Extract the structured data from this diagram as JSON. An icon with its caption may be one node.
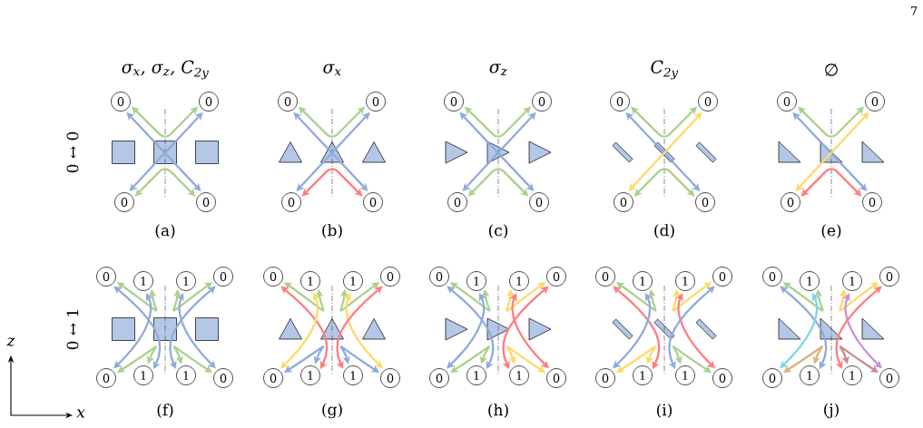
{
  "diagram": {
    "nodes": [
      {
        "text": [
          "0"
        ]
      },
      {
        "text": [
          "0"
        ]
      },
      {
        "text": [
          "0"
        ]
      },
      {
        "text": [
          "0"
        ]
      },
      {
        "text": [
          "0"
        ]
      },
      {
        "text": [
          "0"
        ]
      },
      {
        "text": [
          "0"
        ]
      },
      {
        "text": [
          "0"
        ]
      },
      {
        "text": [
          "0"
        ]
      },
      {
        "text": [
          "0"
        ]
      },
      {
        "text": [
          "0"
        ]
      },
      {
        "text": [
          "0"
        ]
      },
      {
        "text": [
          "0"
        ]
      },
      {
        "text": [
          "0"
        ]
      },
      {
        "text": [
          "0"
        ]
      },
      {
        "text": [
          "0"
        ]
      },
      {
        "text": [
          "0"
        ]
      },
      {
        "text": [
          "0"
        ]
      },
      {
        "text": [
          "0"
        ]
      },
      {
        "text": [
          "0"
        ]
      },
      {
        "text": [
          "0"
        ]
      },
      {
        "text": [
          "1"
        ]
      },
      {
        "text": [
          "1"
        ]
      },
      {
        "text": [
          "0"
        ]
      },
      {
        "text": [
          "0"
        ]
      },
      {
        "text": [
          "1"
        ]
      },
      {
        "text": [
          "1"
        ]
      },
      {
        "text": [
          "0"
        ]
      },
      {
        "text": [
          "0"
        ]
      },
      {
        "text": [
          "1"
        ]
      },
      {
        "text": [
          "1"
        ]
      },
      {
        "text": [
          "0"
        ]
      },
      {
        "text": [
          "0"
        ]
      },
      {
        "text": [
          "1"
        ]
      },
      {
        "text": [
          "1"
        ]
      },
      {
        "text": [
          "0"
        ]
      },
      {
        "text": [
          "0"
        ]
      },
      {
        "text": [
          "1"
        ]
      },
      {
        "text": [
          "1"
        ]
      },
      {
        "text": [
          "0"
        ]
      },
      {
        "text": [
          "0"
        ]
      },
      {
        "text": [
          "1"
        ]
      },
      {
        "text": [
          "1"
        ]
      },
      {
        "text": [
          "0"
        ]
      },
      {
        "text": [
          "0"
        ]
      },
      {
        "text": [
          "1"
        ]
      },
      {
        "text": [
          "1"
        ]
      },
      {
        "text": [
          "0"
        ]
      },
      {
        "text": [
          "0"
        ]
      },
      {
        "text": [
          "1"
        ]
      },
      {
        "text": [
          "1"
        ]
      },
      {
        "text": [
          "0"
        ]
      },
      {
        "text": [
          "0"
        ]
      },
      {
        "text": [
          "1"
        ]
      },
      {
        "text": [
          "1"
        ]
      },
      {
        "text": [
          "0"
        ]
      },
      {
        "text": [
          "0"
        ]
      },
      {
        "text": [
          "1"
        ]
      },
      {
        "text": [
          "1"
        ]
      },
      {
        "text": [
          "0"
        ]
      }
    ],
    "edges": [
      {
        "from": 0,
        "to": 1,
        "arrow": "both",
        "color": "#a9d18e"
      },
      {
        "from": 0,
        "to": 3,
        "arrow": "both",
        "color": "#8faadc"
      },
      {
        "from": 1,
        "to": 2,
        "arrow": "both",
        "color": "#8faadc"
      },
      {
        "from": 2,
        "to": 3,
        "arrow": "both",
        "color": "#a9d18e"
      },
      {
        "from": 4,
        "to": 5,
        "arrow": "both",
        "color": "#a9d18e"
      },
      {
        "from": 4,
        "to": 7,
        "arrow": "both",
        "color": "#8faadc"
      },
      {
        "from": 5,
        "to": 6,
        "arrow": "both",
        "color": "#8faadc"
      },
      {
        "from": 6,
        "to": 7,
        "arrow": "both",
        "color": "#ff7c80"
      },
      {
        "from": 8,
        "to": 9,
        "arrow": "both",
        "color": "#a9d18e"
      },
      {
        "from": 8,
        "to": 11,
        "arrow": "both",
        "color": "#8faadc"
      },
      {
        "from": 9,
        "to": 10,
        "arrow": "both",
        "color": "#8faadc"
      },
      {
        "from": 10,
        "to": 11,
        "arrow": "both",
        "color": "#a9d18e"
      },
      {
        "from": 12,
        "to": 13,
        "arrow": "both",
        "color": "#a9d18e"
      },
      {
        "from": 12,
        "to": 15,
        "arrow": "both",
        "color": "#8faadc"
      },
      {
        "from": 13,
        "to": 14,
        "arrow": "both",
        "color": "#ffd966"
      },
      {
        "from": 14,
        "to": 15,
        "arrow": "both",
        "color": "#a9d18e"
      },
      {
        "from": 16,
        "to": 17,
        "arrow": "both",
        "color": "#a9d18e"
      },
      {
        "from": 16,
        "to": 19,
        "arrow": "both",
        "color": "#8faadc"
      },
      {
        "from": 17,
        "to": 18,
        "arrow": "both",
        "color": "#ffd966"
      },
      {
        "from": 18,
        "to": 19,
        "arrow": "both",
        "color": "#ff7c80"
      },
      {
        "from": 20,
        "to": 21,
        "arrow": "both",
        "color": "#a9d18e"
      },
      {
        "from": 22,
        "to": 23,
        "arrow": "both",
        "color": "#a9d18e"
      },
      {
        "from": 20,
        "to": 25,
        "arrow": "both",
        "color": "#8faadc"
      },
      {
        "from": 21,
        "to": 24,
        "arrow": "both",
        "color": "#8faadc"
      },
      {
        "from": 22,
        "to": 27,
        "arrow": "both",
        "color": "#8faadc"
      },
      {
        "from": 23,
        "to": 26,
        "arrow": "both",
        "color": "#8faadc"
      },
      {
        "from": 24,
        "to": 25,
        "arrow": "both",
        "color": "#a9d18e"
      },
      {
        "from": 26,
        "to": 27,
        "arrow": "both",
        "color": "#a9d18e"
      },
      {
        "from": 28,
        "to": 29,
        "arrow": "both",
        "color": "#a9d18e"
      },
      {
        "from": 30,
        "to": 31,
        "arrow": "both",
        "color": "#a9d18e"
      },
      {
        "from": 28,
        "to": 33,
        "arrow": "both",
        "color": "#ff7c80"
      },
      {
        "from": 29,
        "to": 32,
        "arrow": "both",
        "color": "#ffd966"
      },
      {
        "from": 30,
        "to": 35,
        "arrow": "both",
        "color": "#ffd966"
      },
      {
        "from": 31,
        "to": 34,
        "arrow": "both",
        "color": "#ff7c80"
      },
      {
        "from": 32,
        "to": 33,
        "arrow": "both",
        "color": "#8faadc"
      },
      {
        "from": 34,
        "to": 35,
        "arrow": "both",
        "color": "#8faadc"
      },
      {
        "from": 36,
        "to": 37,
        "arrow": "both",
        "color": "#a9d18e"
      },
      {
        "from": 38,
        "to": 39,
        "arrow": "both",
        "color": "#ffd966"
      },
      {
        "from": 36,
        "to": 41,
        "arrow": "both",
        "color": "#8faadc"
      },
      {
        "from": 37,
        "to": 40,
        "arrow": "both",
        "color": "#8faadc"
      },
      {
        "from": 38,
        "to": 43,
        "arrow": "both",
        "color": "#ff7c80"
      },
      {
        "from": 39,
        "to": 42,
        "arrow": "both",
        "color": "#ff7c80"
      },
      {
        "from": 40,
        "to": 41,
        "arrow": "both",
        "color": "#a9d18e"
      },
      {
        "from": 42,
        "to": 43,
        "arrow": "both",
        "color": "#ffd966"
      },
      {
        "from": 44,
        "to": 45,
        "arrow": "both",
        "color": "#a9d18e"
      },
      {
        "from": 46,
        "to": 47,
        "arrow": "both",
        "color": "#ffd966"
      },
      {
        "from": 44,
        "to": 49,
        "arrow": "both",
        "color": "#ff7c80"
      },
      {
        "from": 45,
        "to": 48,
        "arrow": "both",
        "color": "#8faadc"
      },
      {
        "from": 46,
        "to": 51,
        "arrow": "both",
        "color": "#ff7c80"
      },
      {
        "from": 47,
        "to": 50,
        "arrow": "both",
        "color": "#8faadc"
      },
      {
        "from": 48,
        "to": 49,
        "arrow": "both",
        "color": "#ffd966"
      },
      {
        "from": 50,
        "to": 51,
        "arrow": "both",
        "color": "#a9d18e"
      },
      {
        "from": 52,
        "to": 53,
        "arrow": "both",
        "color": "#a9d18e"
      },
      {
        "from": 54,
        "to": 55,
        "arrow": "both",
        "color": "#ffd966"
      },
      {
        "from": 52,
        "to": 57,
        "arrow": "both",
        "color": "#8faadc"
      },
      {
        "from": 53,
        "to": 56,
        "arrow": "both",
        "color": "#7fd6e6"
      },
      {
        "from": 54,
        "to": 59,
        "arrow": "both",
        "color": "#c490dc"
      },
      {
        "from": 55,
        "to": 58,
        "arrow": "both",
        "color": "#ff7c80"
      },
      {
        "from": 56,
        "to": 57,
        "arrow": "both",
        "color": "#d9b27c"
      },
      {
        "from": 58,
        "to": 59,
        "arrow": "both",
        "color": "#c98a8e"
      }
    ],
    "labels": [
      "7",
      "σ$_{x}$, σ$_{z}$, C$_{2y}$",
      "σ$_{x}$",
      "σ$_{z}$",
      "C$_{2y}$",
      "∅",
      "0 ↔ 0",
      "(a)",
      "(b)",
      "(c)",
      "(d)",
      "(e)",
      "0 ↔ 1",
      "z",
      "x",
      "(f)",
      "(g)",
      "(h)",
      "(i)",
      "(j)"
    ]
  }
}
